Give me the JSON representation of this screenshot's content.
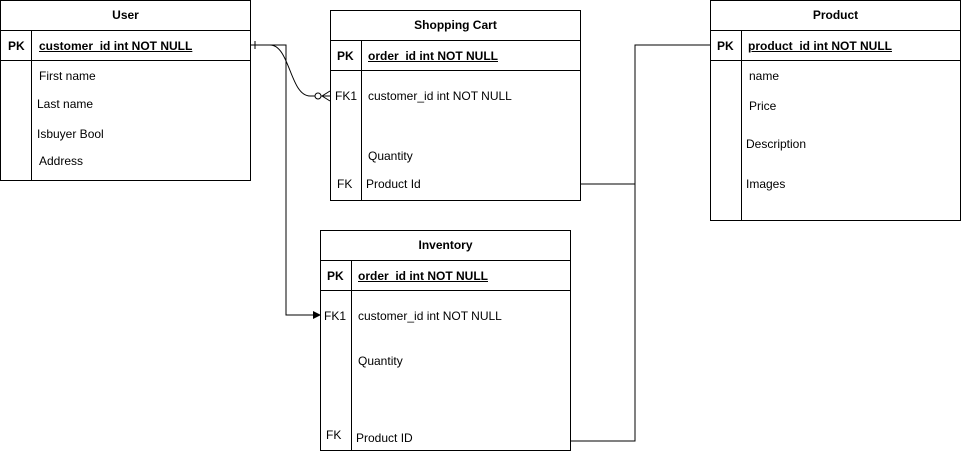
{
  "user": {
    "title": "User",
    "pk_label": "PK",
    "pk_field": "customer_id int NOT NULL",
    "fields": [
      "First name",
      "Last name",
      "Isbuyer Bool",
      "Address"
    ]
  },
  "cart": {
    "title": "Shopping Cart",
    "pk_label": "PK",
    "pk_field": "order_id int NOT NULL",
    "fk1_label": "FK1",
    "fk1_field": "customer_id int NOT NULL",
    "quantity": "Quantity",
    "fk_label": "FK",
    "product_field": "Product Id"
  },
  "product": {
    "title": "Product",
    "pk_label": "PK",
    "pk_field": "product_id int NOT NULL",
    "fields": [
      "name",
      "Price",
      "Description",
      "Images"
    ]
  },
  "inventory": {
    "title": "Inventory",
    "pk_label": "PK",
    "pk_field": "order_id int NOT NULL",
    "fk1_label": "FK1",
    "fk1_field": "customer_id int NOT NULL",
    "quantity": "Quantity",
    "fk_label": "FK",
    "product_field": "Product ID"
  },
  "colors": {
    "line": "#000000",
    "background": "#ffffff"
  }
}
